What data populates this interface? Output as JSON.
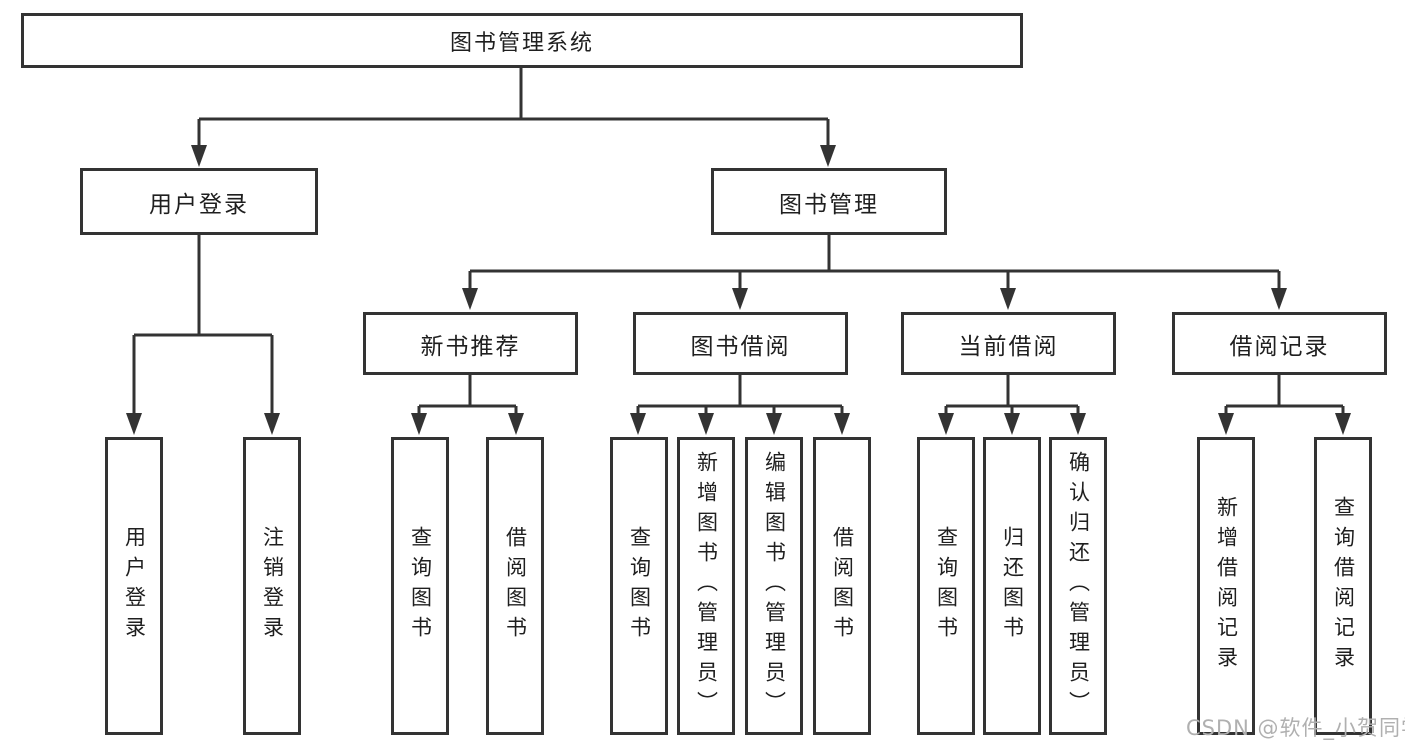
{
  "diagram": {
    "root": {
      "label": "图书管理系统"
    },
    "level2": [
      {
        "label": "用户登录"
      },
      {
        "label": "图书管理"
      }
    ],
    "level3": [
      {
        "label": "新书推荐"
      },
      {
        "label": "图书借阅"
      },
      {
        "label": "当前借阅"
      },
      {
        "label": "借阅记录"
      }
    ],
    "leaves": [
      {
        "label": "用户登录"
      },
      {
        "label": "注销登录"
      },
      {
        "label": "查询图书"
      },
      {
        "label": "借阅图书"
      },
      {
        "label": "查询图书"
      },
      {
        "label": "新增图书（管理员）"
      },
      {
        "label": "编辑图书（管理员）"
      },
      {
        "label": "借阅图书"
      },
      {
        "label": "查询图书"
      },
      {
        "label": "归还图书"
      },
      {
        "label": "确认归还（管理员）"
      },
      {
        "label": "新增借阅记录"
      },
      {
        "label": "查询借阅记录"
      }
    ]
  },
  "watermark": {
    "text": "CSDN @软件_小贺同学"
  },
  "colors": {
    "line": "#333333",
    "text": "#1f1f1f",
    "watermark": "#b0b0b0",
    "background": "#ffffff"
  }
}
